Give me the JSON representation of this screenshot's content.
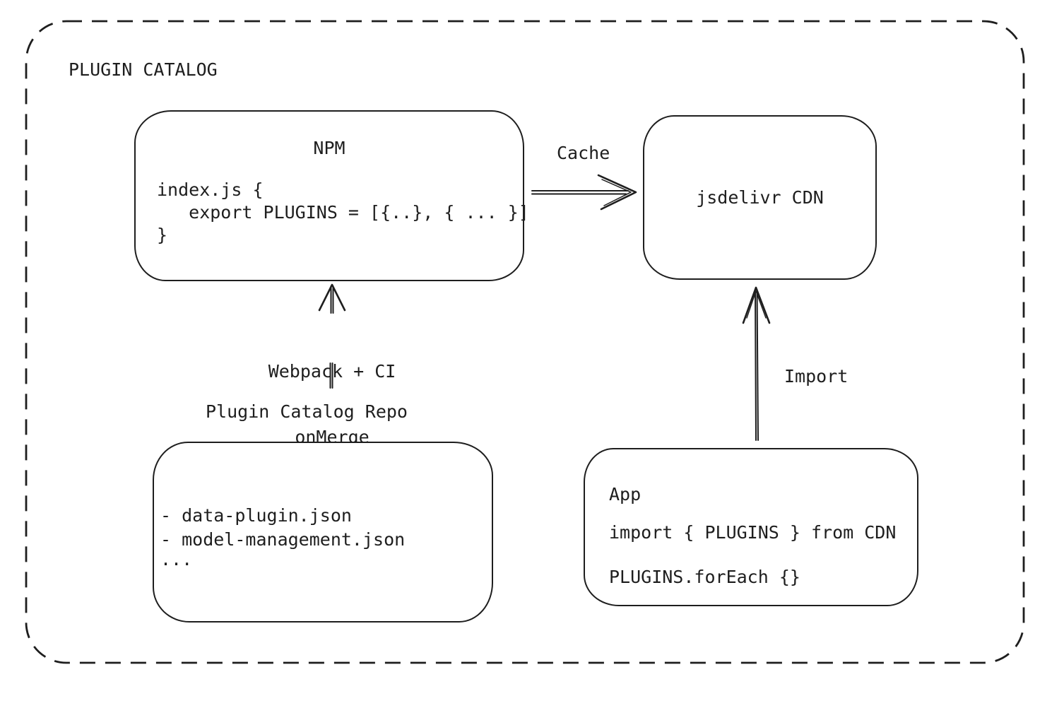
{
  "frame": {
    "title": "PLUGIN CATALOG"
  },
  "colors": {
    "stroke": "#1e1e1e",
    "background": "#ffffff"
  },
  "nodes": {
    "npm": {
      "title": "NPM",
      "code": [
        "index.js {",
        "   export PLUGINS = [{..}, { ... }]",
        "}"
      ]
    },
    "cdn": {
      "label": "jsdelivr CDN"
    },
    "repo": {
      "title": "Plugin Catalog Repo",
      "files": [
        "- data-plugin.json",
        "- model-management.json",
        "..."
      ]
    },
    "app": {
      "title": "App",
      "code": [
        "import { PLUGINS } from CDN",
        "PLUGINS.forEach {}"
      ]
    }
  },
  "edges": {
    "cache": {
      "label": "Cache",
      "from": "npm",
      "to": "cdn"
    },
    "build": {
      "label_line1": "Webpack + CI",
      "label_line2": "onMerge",
      "from": "repo",
      "to": "npm"
    },
    "import": {
      "label": "Import",
      "from": "app",
      "to": "cdn"
    }
  }
}
